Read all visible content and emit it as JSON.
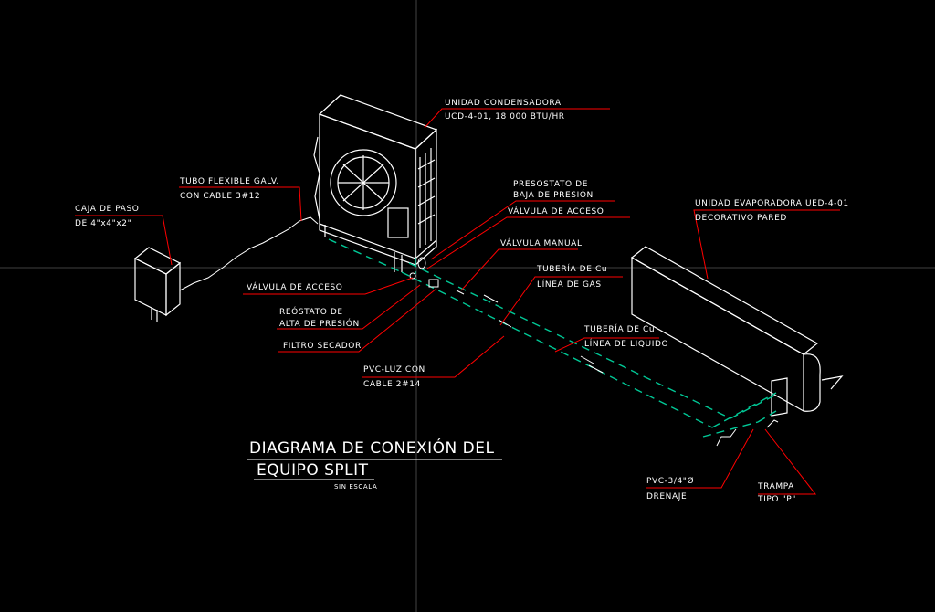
{
  "title": {
    "line1": "DIAGRAMA DE CONEXIÓN DEL",
    "line2": "EQUIPO SPLIT",
    "scale": "SIN ESCALA"
  },
  "labels": {
    "condensadora_l1": "UNIDAD CONDENSADORA",
    "condensadora_l2": "UCD-4-01, 18 000 BTU/HR",
    "tubo_l1": "TUBO FLEXIBLE GALV.",
    "tubo_l2": "CON CABLE 3#12",
    "caja_l1": "CAJA DE PASO",
    "caja_l2": "DE 4\"x4\"x2\"",
    "presostato_l1": "PRESOSTATO DE",
    "presostato_l2": "BAJA DE PRESIÓN",
    "valvula_acceso_r": "VÁLVULA DE ACCESO",
    "valvula_manual": "VÁLVULA MANUAL",
    "tuberia_gas_l1": "TUBERÍA DE Cu",
    "tuberia_gas_l2": "LÍNEA DE GAS",
    "valvula_acceso_l": "VÁLVULA DE ACCESO",
    "reostato_l1": "REÓSTATO DE",
    "reostato_l2": "ALTA DE PRESIÓN",
    "filtro": "FILTRO SECADOR",
    "tuberia_liq_l1": "TUBERÍA DE Cu",
    "tuberia_liq_l2": "LÍNEA DE LIQUIDO",
    "pvc_luz_l1": "PVC-LUZ CON",
    "pvc_luz_l2": "CABLE 2#14",
    "evaporadora_l1": "UNIDAD EVAPORADORA UED-4-01",
    "evaporadora_l2": "DECORATIVO PARED",
    "pvc_drenaje_l1": "PVC-3/4\"Ø",
    "pvc_drenaje_l2": "DRENAJE",
    "trampa_l1": "TRAMPA",
    "trampa_l2": "TIPO \"P\""
  },
  "colors": {
    "background": "#000000",
    "leader": "#ff0000",
    "pipe": "#00c896",
    "outline": "#ffffff",
    "axis": "#555555"
  }
}
